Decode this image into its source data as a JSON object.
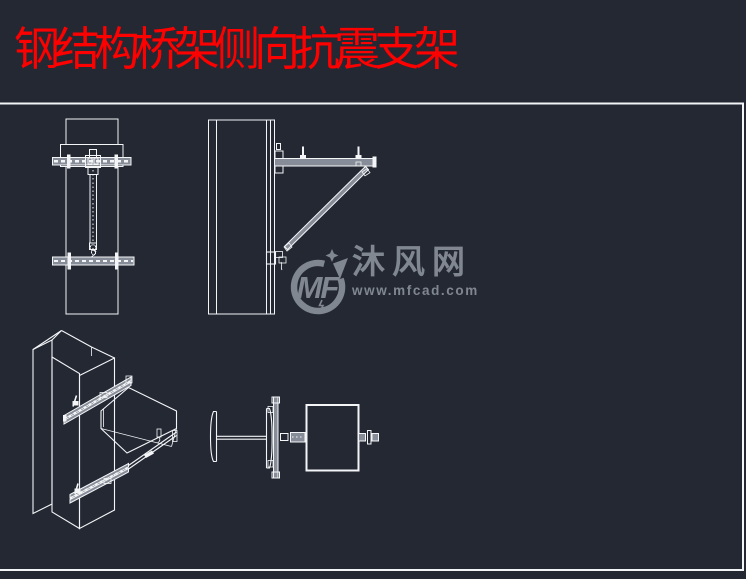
{
  "title": {
    "text": "钢结构桥架侧向抗震支架"
  },
  "watermark": {
    "logo_letters": "MF",
    "logo_icon": "mfcad-logo",
    "site_name": "沐风网",
    "url": "www.mfcad.com"
  },
  "colors": {
    "bg": "#232833",
    "line": "#f4f5f7",
    "steel": "#878d98",
    "title": "#fd0000",
    "wm": "#969ca6"
  }
}
